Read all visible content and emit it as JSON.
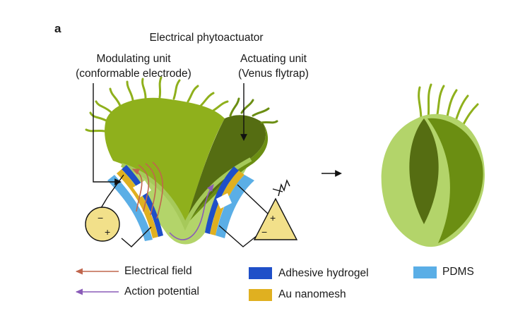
{
  "panel_label": "a",
  "title": "Electrical phytoactuator",
  "modulating_unit": {
    "line1": "Modulating unit",
    "line2": "(conformable electrode)"
  },
  "actuating_unit": {
    "line1": "Actuating unit",
    "line2": "(Venus flytrap)"
  },
  "legend": {
    "electrical_field": "Electrical field",
    "action_potential": "Action potential",
    "adhesive_hydrogel": "Adhesive hydrogel",
    "au_nanomesh": "Au nanomesh",
    "pdms": "PDMS"
  },
  "colors": {
    "leaf_dark": "#6b8e12",
    "leaf_mid": "#8fb01c",
    "leaf_light": "#b3d46a",
    "leaf_shadow": "#556d12",
    "hydrogel": "#1f4fc8",
    "nanomesh": "#e0b020",
    "pdms": "#5aaee6",
    "electric_arrow": "#c0664d",
    "action_arrow": "#8a5bb8",
    "meter_fill": "#f2e08a",
    "amp_fill": "#f2e08a"
  },
  "symbols": {
    "minus": "−",
    "plus": "+"
  }
}
